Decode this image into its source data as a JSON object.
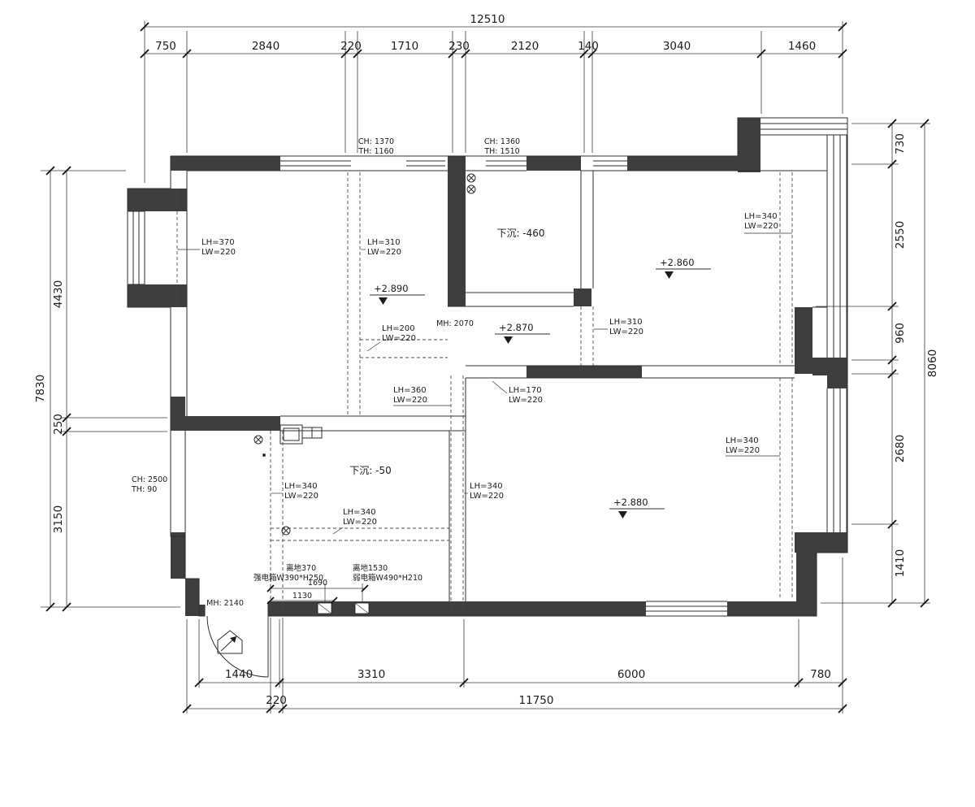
{
  "dims": {
    "top_total": "12510",
    "top": [
      "750",
      "2840",
      "220",
      "1710",
      "230",
      "2120",
      "140",
      "3040",
      "1460"
    ],
    "left_total": "7830",
    "left": [
      "4430",
      "250",
      "3150"
    ],
    "right_total": "8060",
    "right": [
      "730",
      "2550",
      "960",
      "2680",
      "1410"
    ],
    "bottom": [
      "1440",
      "3310",
      "6000",
      "780"
    ],
    "bottom2_small": "220",
    "bottom2_total": "11750",
    "inner_1690": "1690",
    "inner_1130": "1130"
  },
  "rooms": {
    "sunken_balcony": "下沉: -460",
    "sunken_kitchen": "下沉: -50"
  },
  "levels": [
    "+2.890",
    "+2.860",
    "+2.870",
    "+2.880"
  ],
  "heights": {
    "ch1": "CH: 1370",
    "th1": "TH: 1160",
    "ch2": "CH: 1360",
    "th2": "TH: 1510",
    "ch3": "CH: 2500",
    "th3": "TH: 90",
    "mh1": "MH: 2070",
    "mh2": "MH: 2140"
  },
  "beams": [
    {
      "a": "LH=370",
      "b": "LW=220"
    },
    {
      "a": "LH=310",
      "b": "LW=220"
    },
    {
      "a": "LH=340",
      "b": "LW=220"
    },
    {
      "a": "LH=310",
      "b": "LW=220"
    },
    {
      "a": "LH=200",
      "b": "LW=220"
    },
    {
      "a": "LH=360",
      "b": "LW=220"
    },
    {
      "a": "LH=170",
      "b": "LW=220"
    },
    {
      "a": "LH=340",
      "b": "LW=220"
    },
    {
      "a": "LH=340",
      "b": "LW=220"
    },
    {
      "a": "LH=340",
      "b": "LW=220"
    },
    {
      "a": "LH=340",
      "b": "LW=220"
    }
  ],
  "electrical": {
    "e1a": "离地370",
    "e1b": "强电箱W390*H250",
    "e2a": "离地1530",
    "e2b": "弱电箱W490*H210"
  }
}
